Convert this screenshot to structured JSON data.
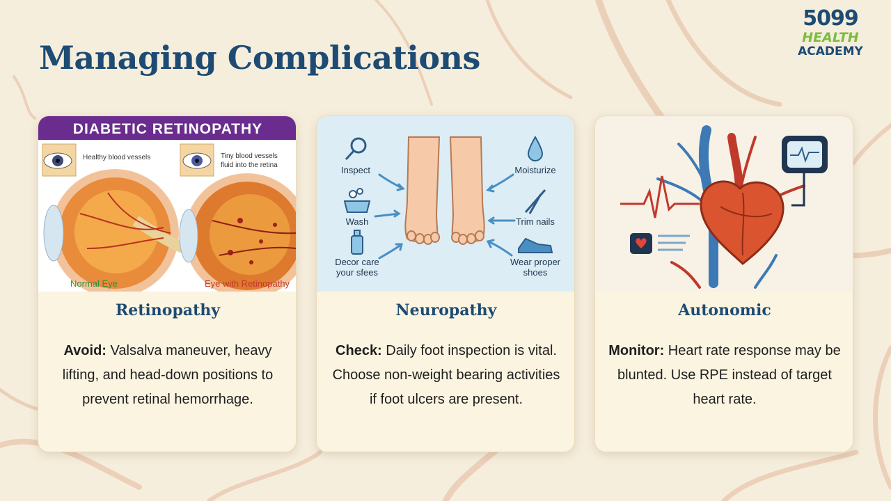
{
  "page": {
    "title": "Managing Complications"
  },
  "logo": {
    "line1": "5099",
    "line2": "HEALTH",
    "line3": "ACADEMY"
  },
  "cards": [
    {
      "title": "Retinopathy",
      "lead": "Avoid:",
      "text": " Valsalva maneuver, heavy lifting, and head-down positions to prevent retinal hemorrhage.",
      "illustration": {
        "banner": "DIABETIC RETINOPATHY",
        "label_healthy": "Healthy blood vessels",
        "label_leak_1": "Tiny blood vessels",
        "label_leak_2": "fluid into the retina",
        "caption_normal": "Normal Eye",
        "caption_retinopathy": "Eye with Retinopathy"
      }
    },
    {
      "title": "Neuropathy",
      "lead": "Check:",
      "text": " Daily foot inspection is vital. Choose non-weight bearing activities if foot ulcers are present.",
      "illustration": {
        "inspect": "Inspect",
        "wash": "Wash",
        "decor_1": "Decor care",
        "decor_2": "your sfees",
        "moisturize": "Moisturize",
        "trim": "Trim nails",
        "shoes_1": "Wear proper",
        "shoes_2": "shoes"
      }
    },
    {
      "title": "Autonomic",
      "lead": "Monitor:",
      "text": " Heart rate response may be blunted. Use RPE instead of target heart rate.",
      "illustration": {}
    }
  ],
  "colors": {
    "title": "#1d4b73",
    "background": "#f6eedd",
    "banner": "#6a2c8e",
    "logo_green": "#7dbb42",
    "logo_red": "#d9342b"
  }
}
